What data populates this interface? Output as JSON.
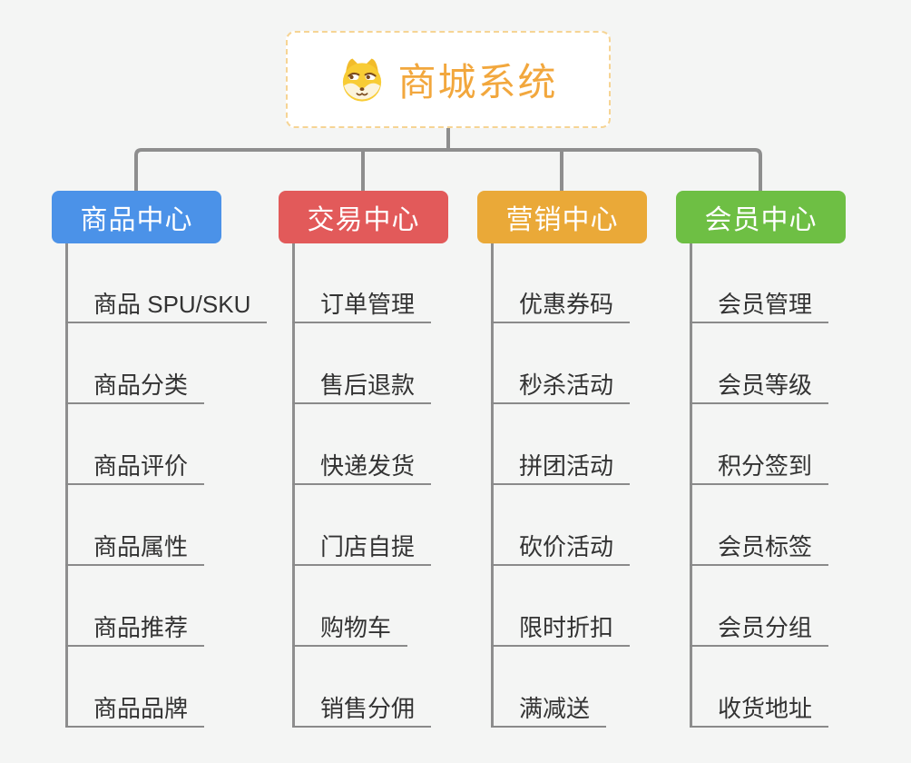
{
  "root": {
    "title": "商城系统",
    "icon": "dog-icon"
  },
  "branches": [
    {
      "label": "商品中心",
      "color": "#4B92E8",
      "children": [
        "商品 SPU/SKU",
        "商品分类",
        "商品评价",
        "商品属性",
        "商品推荐",
        "商品品牌"
      ]
    },
    {
      "label": "交易中心",
      "color": "#E25A5A",
      "children": [
        "订单管理",
        "售后退款",
        "快递发货",
        "门店自提",
        "购物车",
        "销售分佣"
      ]
    },
    {
      "label": "营销中心",
      "color": "#EAA938",
      "children": [
        "优惠券码",
        "秒杀活动",
        "拼团活动",
        "砍价活动",
        "限时折扣",
        "满减送"
      ]
    },
    {
      "label": "会员中心",
      "color": "#6EBF44",
      "children": [
        "会员管理",
        "会员等级",
        "积分签到",
        "会员标签",
        "会员分组",
        "收货地址"
      ]
    }
  ],
  "colors": {
    "background": "#F4F5F4",
    "connector": "#8E8E8E",
    "leaf_line": "#8A8A8A",
    "leaf_text": "#333333",
    "root_text": "#F2A73D",
    "root_border": "#F6D494"
  }
}
